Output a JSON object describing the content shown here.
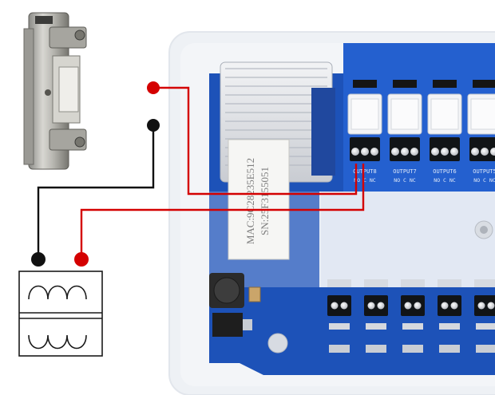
{
  "relay_outputs": [
    {
      "label": "OUTPUT8",
      "terminals": "NO C NC"
    },
    {
      "label": "OUTPUT7",
      "terminals": "NO C NC"
    },
    {
      "label": "OUTPUT6",
      "terminals": "NO C NC"
    },
    {
      "label": "OUTPUT5",
      "terminals": "NO C NC"
    }
  ],
  "sticker": {
    "line1": "MAC:9C28235E512",
    "line2": "SN:25F3155051"
  },
  "colors": {
    "wire_positive": "#d40000",
    "wire_negative": "#111111",
    "pcb": "#1d52b8",
    "enclosure": "#eef1f5"
  },
  "icons": [
    "electric-strike-lock-icon",
    "transformer-symbol-icon"
  ]
}
